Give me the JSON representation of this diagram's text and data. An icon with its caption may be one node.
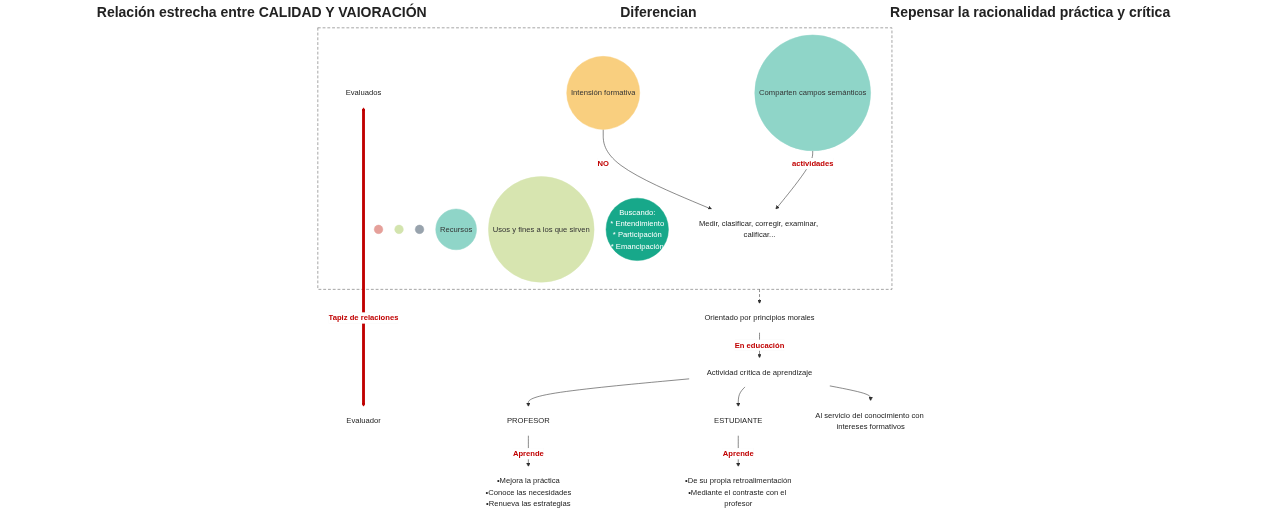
{
  "diagram": {
    "nodes": [
      {
        "text": [],
        "shape": "box"
      },
      {
        "text": [
          "Medir, clasificar, corregir, examinar, calificar..."
        ],
        "in": 0
      },
      {
        "text": [
          "Intensión formativa"
        ],
        "in": 0
      },
      {
        "text": [],
        "shape": "circle",
        "in": 0
      },
      {
        "text": [
          "Comparten campos semánticos"
        ],
        "in": 0
      },
      {
        "text": [],
        "shape": "circle",
        "in": 0
      },
      {
        "text": [],
        "shape": "circle",
        "in": 0
      },
      {
        "text": [
          "Recursos"
        ],
        "in": 0
      },
      {
        "text": [
          "Usos y fines a los que sirven"
        ],
        "in": 0
      },
      {
        "text": [
          "Buscando:",
          "* Entendimiento",
          "* Participación",
          "* Emancipación"
        ],
        "in": 0
      },
      {
        "text": [
          "Evaluados"
        ],
        "in": 0
      },
      {
        "text": [
          "Evaluador"
        ]
      },
      {
        "text": [
          "Orientado por principios morales"
        ]
      },
      {
        "text": [
          "PROFESOR"
        ]
      },
      {
        "text": [
          "Actividad crítica de aprendizaje"
        ]
      },
      {
        "text": [
          "ESTUDIANTE"
        ]
      },
      {
        "text": [
          "•Mejora la práctica",
          "•Conoce las necesidades",
          "•Renueva las estrategias"
        ]
      },
      {
        "text": [
          "Al servicio del conocimiento con intereses formativos"
        ]
      },
      {
        "text": [
          "•De su propia retroalimentación",
          "•Mediante el contraste con el profesor"
        ]
      }
    ],
    "edges": [
      {
        "from": 2,
        "to": 1,
        "arrow": "to",
        "label": "NO"
      },
      {
        "from": 4,
        "to": 1,
        "arrow": "to",
        "label": "actividades"
      },
      {
        "from": 10,
        "to": 11,
        "arrow": "both",
        "label": "Tapiz de relaciones",
        "style": "thick",
        "color": "#c00000"
      },
      {
        "from": 0,
        "to": 12,
        "arrow": "to",
        "style": "dashed"
      },
      {
        "from": 12,
        "to": 14,
        "arrow": "to",
        "label": "En educación"
      },
      {
        "from": 14,
        "to": 13,
        "arrow": "to"
      },
      {
        "from": 14,
        "to": 15,
        "arrow": "to"
      },
      {
        "from": 14,
        "to": 17,
        "arrow": "to"
      },
      {
        "from": 13,
        "to": 16,
        "arrow": "to",
        "label": "Aprende"
      },
      {
        "from": 15,
        "to": 18,
        "arrow": "to",
        "label": "Aprende"
      }
    ],
    "labels": [
      "Relación estrecha entre CALIDAD Y VAIORACIÓN",
      "Diferencian",
      "Repensar la racionalidad práctica y crítica"
    ]
  }
}
